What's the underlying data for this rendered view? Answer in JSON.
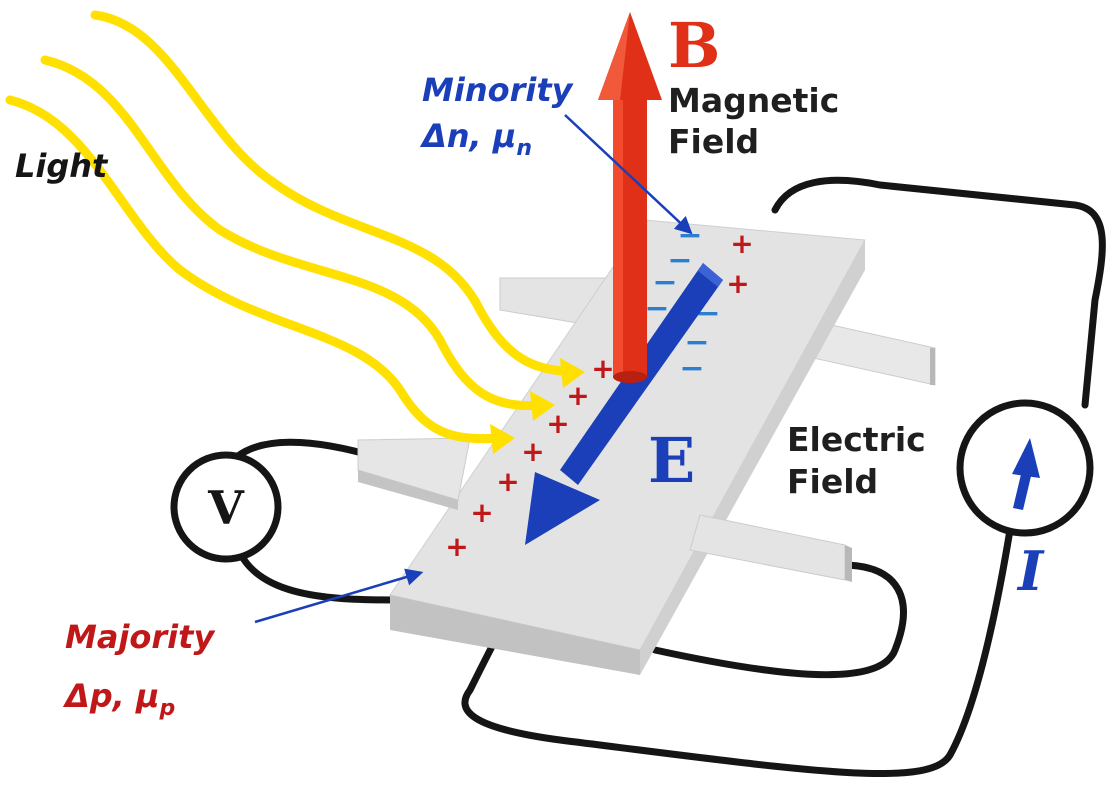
{
  "labels": {
    "light": "Light",
    "b_symbol": "B",
    "magnetic_field_line1": "Magnetic",
    "magnetic_field_line2": "Field",
    "minority_title": "Minority",
    "minority_params": "Δn, μ",
    "minority_sub": "n",
    "majority_title": "Majority",
    "majority_params": "Δp, μ",
    "majority_sub": "p",
    "e_symbol": "E",
    "electric_field_line1": "Electric",
    "electric_field_line2": "Field",
    "voltmeter_symbol": "V",
    "current_symbol": "I"
  },
  "charges": {
    "plus": "+",
    "minus": "−"
  },
  "colors": {
    "light_rays": "#ffe000",
    "magnetic_arrow": "#e03018",
    "electric_arrow": "#1a3fb8",
    "majority_text": "#c01818",
    "minority_text": "#1a3fb8",
    "plus_charge": "#c01818",
    "minus_charge": "#2a7fd0",
    "wire": "#151515",
    "device": "#e4e4e4"
  }
}
